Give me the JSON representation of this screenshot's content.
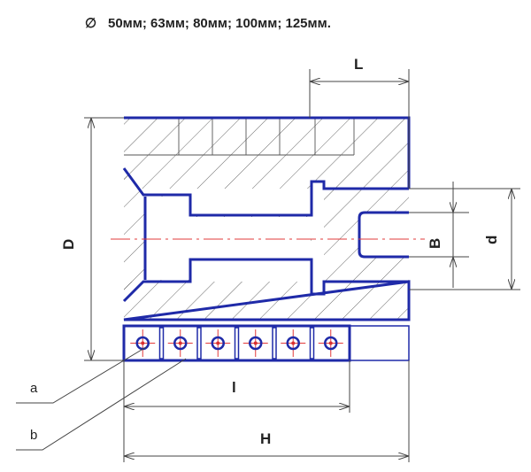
{
  "header": {
    "diameter_symbol": "∅",
    "sizes_text": "50мм; 63мм; 80мм; 100мм; 125мм."
  },
  "dimensions": {
    "L": "L",
    "D": "D",
    "B": "B",
    "d": "d",
    "l": "l",
    "H": "H"
  },
  "callouts": {
    "a": "a",
    "b": "b"
  },
  "colors": {
    "outline": "#1f2aa8",
    "centerline": "#e23b3b",
    "dimension": "#444444"
  },
  "holes": {
    "count": 6
  }
}
